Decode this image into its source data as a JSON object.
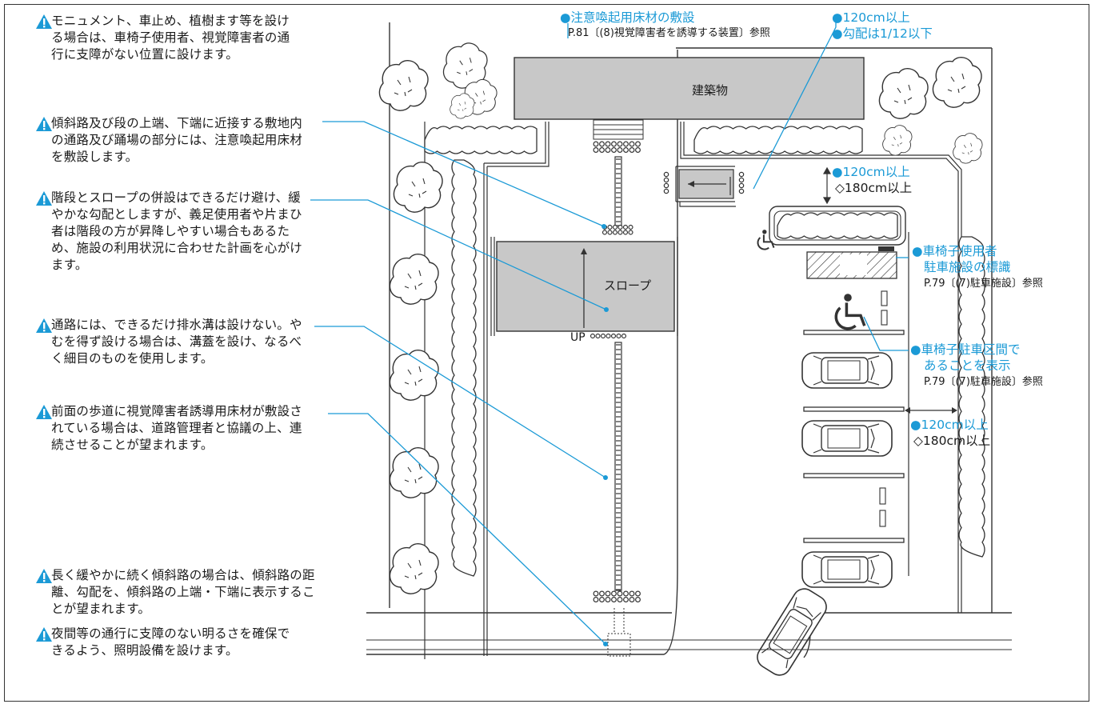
{
  "notes": [
    "モニュメント、車止め、植樹ます等を設ける場合は、車椅子使用者、視覚障害者の通行に支障がない位置に設けます。",
    "傾斜路及び段の上端、下端に近接する敷地内の通路及び踊場の部分には、注意喚起用床材を敷設します。",
    "階段とスロープの併設はできるだけ避け、緩やかな勾配としますが、義足使用者や片まひ者は階段の方が昇降しやすい場合もあるため、施設の利用状況に合わせた計画を心がけます。",
    "通路には、できるだけ排水溝は設けない。やむを得ず設ける場合は、溝蓋を設け、なるべく細目のものを使用します。",
    "前面の歩道に視覚障害者誘導用床材が敷設されている場合は、道路管理者と協議の上、連続させることが望まれます。",
    "長く緩やかに続く傾斜路の場合は、傾斜路の距離、勾配を、傾斜路の上端・下端に表示することが望まれます。",
    "夜間等の通行に支障のない明るさを確保できるよう、照明設備を設けます。"
  ],
  "labels": {
    "building": "建築物",
    "slope": "スロープ",
    "up": "UP",
    "caution_title": "●注意喚起用床材の敷設",
    "caution_ref": "P.81〔(8)視覚障害者を誘導する装置〕参照",
    "top_width": "●120cm以上",
    "top_gradient": "●勾配は1/12以下",
    "mid_width_1": "●120cm以上",
    "mid_width_2": "◇180cm以上",
    "sign_title_1": "●車椅子使用者",
    "sign_title_2": "駐車施設の標識",
    "sign_ref": "P.79〔(7)駐車施設〕参照",
    "zone_title_1": "●車椅子駐車区間で",
    "zone_title_2": "あることを表示",
    "zone_ref": "P.79〔(7)駐車施設〕参照",
    "low_width_1": "●120cm以上",
    "low_width_2": "◇180cm以上"
  },
  "colors": {
    "accent": "#1b9ad6",
    "gray_fill": "#c8c8c8",
    "line": "#333333"
  }
}
